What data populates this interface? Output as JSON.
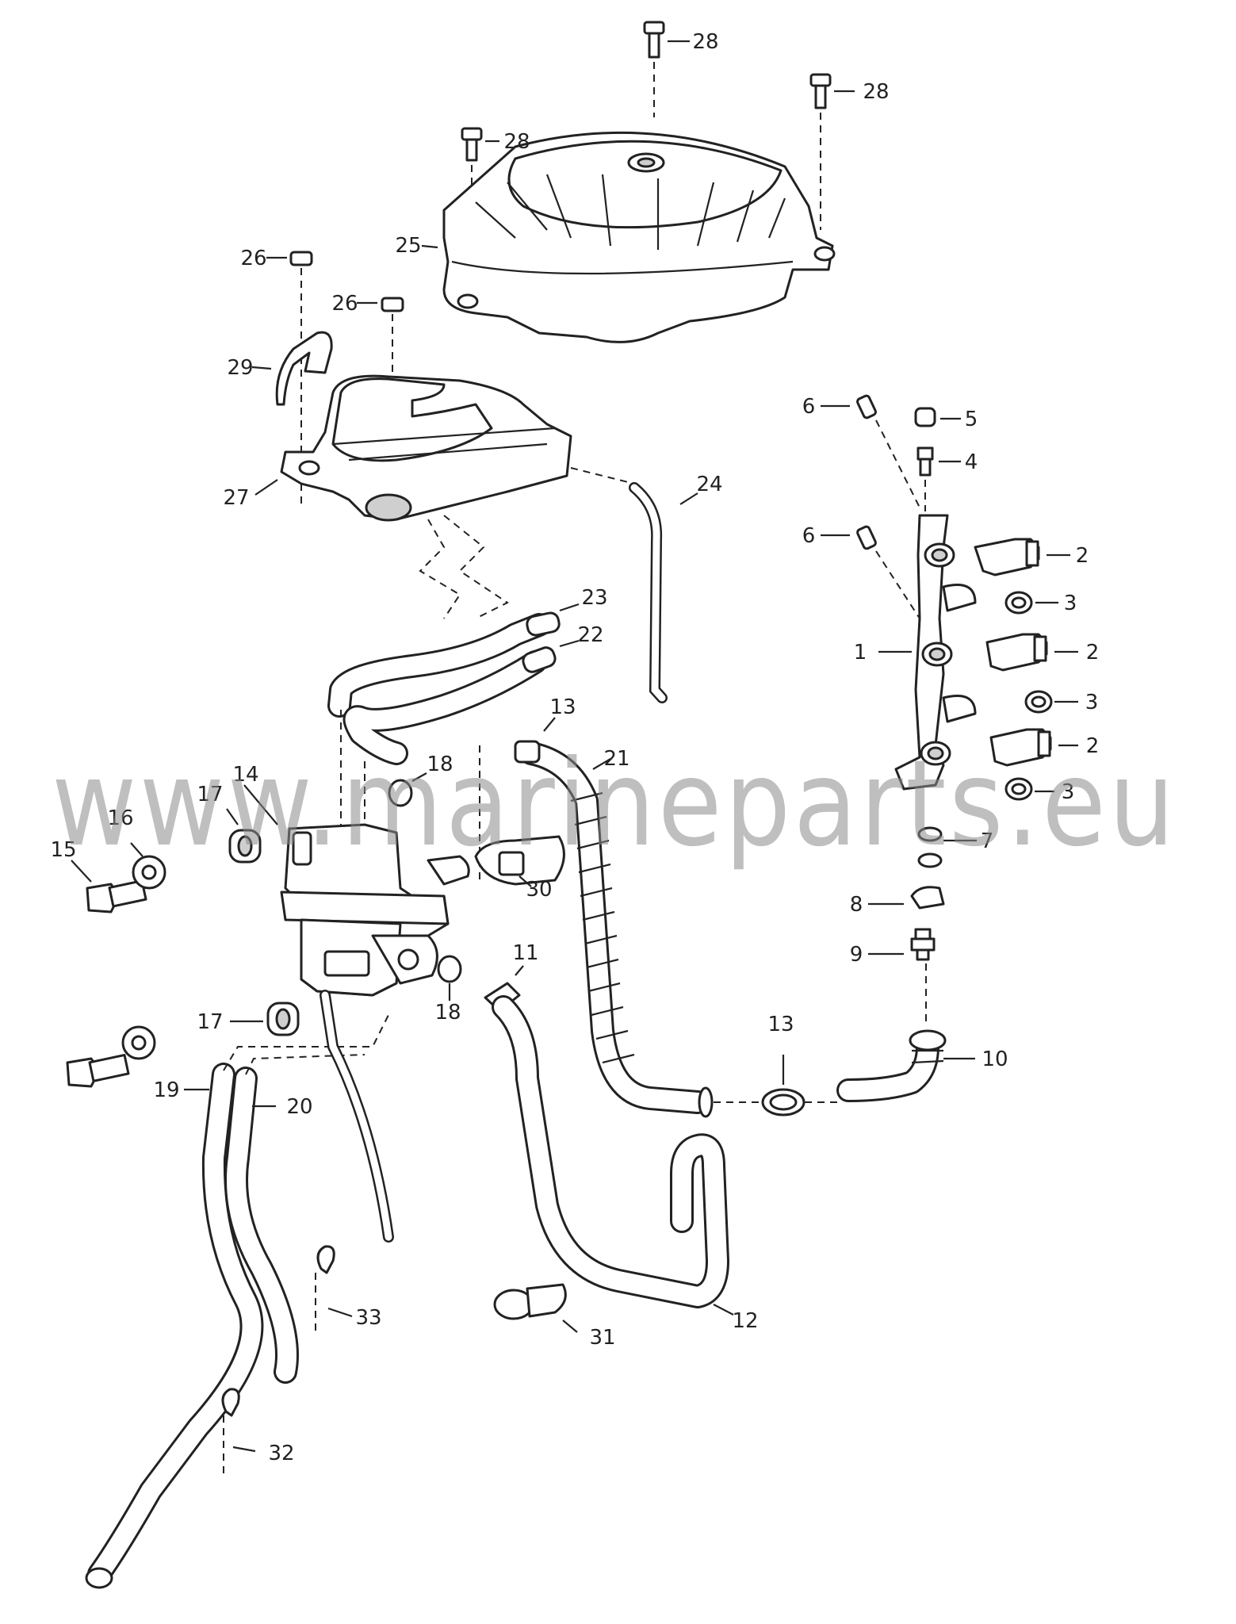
{
  "watermark": "www.marineparts.eu",
  "callouts": {
    "c1": "1",
    "c2a": "2",
    "c2b": "2",
    "c2c": "2",
    "c3a": "3",
    "c3b": "3",
    "c3c": "3",
    "c4": "4",
    "c5": "5",
    "c6a": "6",
    "c6b": "6",
    "c7": "7",
    "c8": "8",
    "c9": "9",
    "c10": "10",
    "c11": "11",
    "c12": "12",
    "c13a": "13",
    "c13b": "13",
    "c14": "14",
    "c15": "15",
    "c16": "16",
    "c17a": "17",
    "c17b": "17",
    "c18a": "18",
    "c18b": "18",
    "c19": "19",
    "c20": "20",
    "c21": "21",
    "c22": "22",
    "c23": "23",
    "c24": "24",
    "c25": "25",
    "c26a": "26",
    "c26b": "26",
    "c27": "27",
    "c28a": "28",
    "c28b": "28",
    "c28c": "28",
    "c29": "29",
    "c30": "30",
    "c31": "31",
    "c32": "32",
    "c33": "33"
  }
}
